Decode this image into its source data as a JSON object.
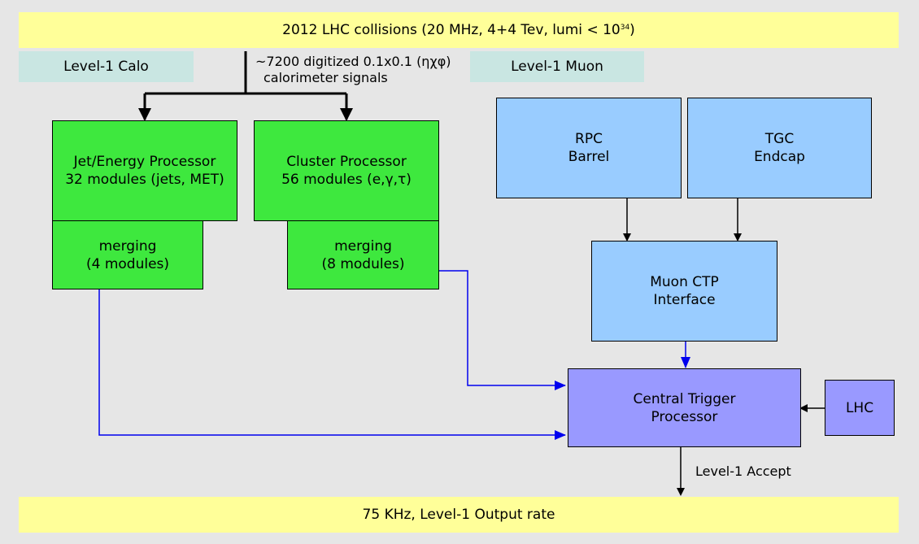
{
  "top_banner": {
    "text": "2012 LHC collisions (20 MHz, 4+4 Tev, lumi < 10",
    "superscript": "34",
    "close": ")"
  },
  "bottom_banner": {
    "text": "75 KHz, Level-1 Output rate"
  },
  "labels": {
    "level1_calo": "Level-1 Calo",
    "level1_muon": "Level-1 Muon"
  },
  "calo_signals": {
    "line1": "~7200 digitized 0.1x0.1 (ηχφ)",
    "line2": "calorimeter signals"
  },
  "jet_energy_processor": {
    "line1": "Jet/Energy Processor",
    "line2": "32 modules (jets, MET)"
  },
  "cluster_processor": {
    "line1": "Cluster Processor",
    "line2": "56 modules (e,γ,τ)"
  },
  "jet_merging": {
    "line1": "merging",
    "line2": "(4 modules)"
  },
  "cluster_merging": {
    "line1": "merging",
    "line2": "(8 modules)"
  },
  "rpc": {
    "line1": "RPC",
    "line2": "Barrel"
  },
  "tgc": {
    "line1": "TGC",
    "line2": "Endcap"
  },
  "muon_ctp": {
    "line1": "Muon CTP",
    "line2": "Interface"
  },
  "ctp": {
    "line1": "Central Trigger",
    "line2": "Processor"
  },
  "lhc": {
    "label": "LHC"
  },
  "level1_accept": {
    "label": "Level-1 Accept"
  },
  "colors": {
    "background": "#e6e6e6",
    "banner": "#ffff99",
    "tag": "#c9e6e2",
    "calo_box": "#3ee83e",
    "muon_box": "#99ccff",
    "ctp_box": "#9999ff",
    "signal_wire": "#0000ee"
  }
}
